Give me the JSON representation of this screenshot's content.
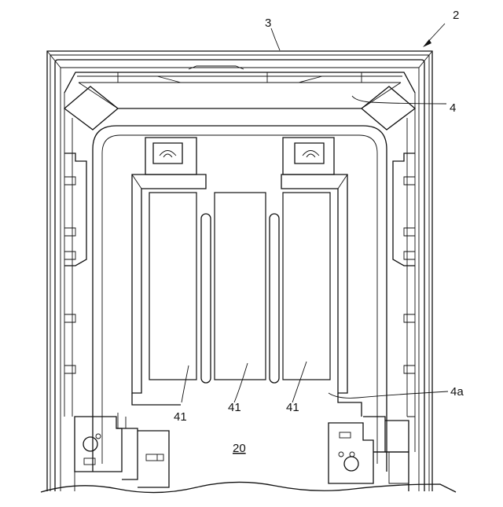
{
  "labels": {
    "ref_2": "2",
    "ref_3": "3",
    "ref_4": "4",
    "ref_4a": "4a",
    "ref_41_left": "41",
    "ref_41_center": "41",
    "ref_41_right": "41",
    "ref_20": "20"
  }
}
